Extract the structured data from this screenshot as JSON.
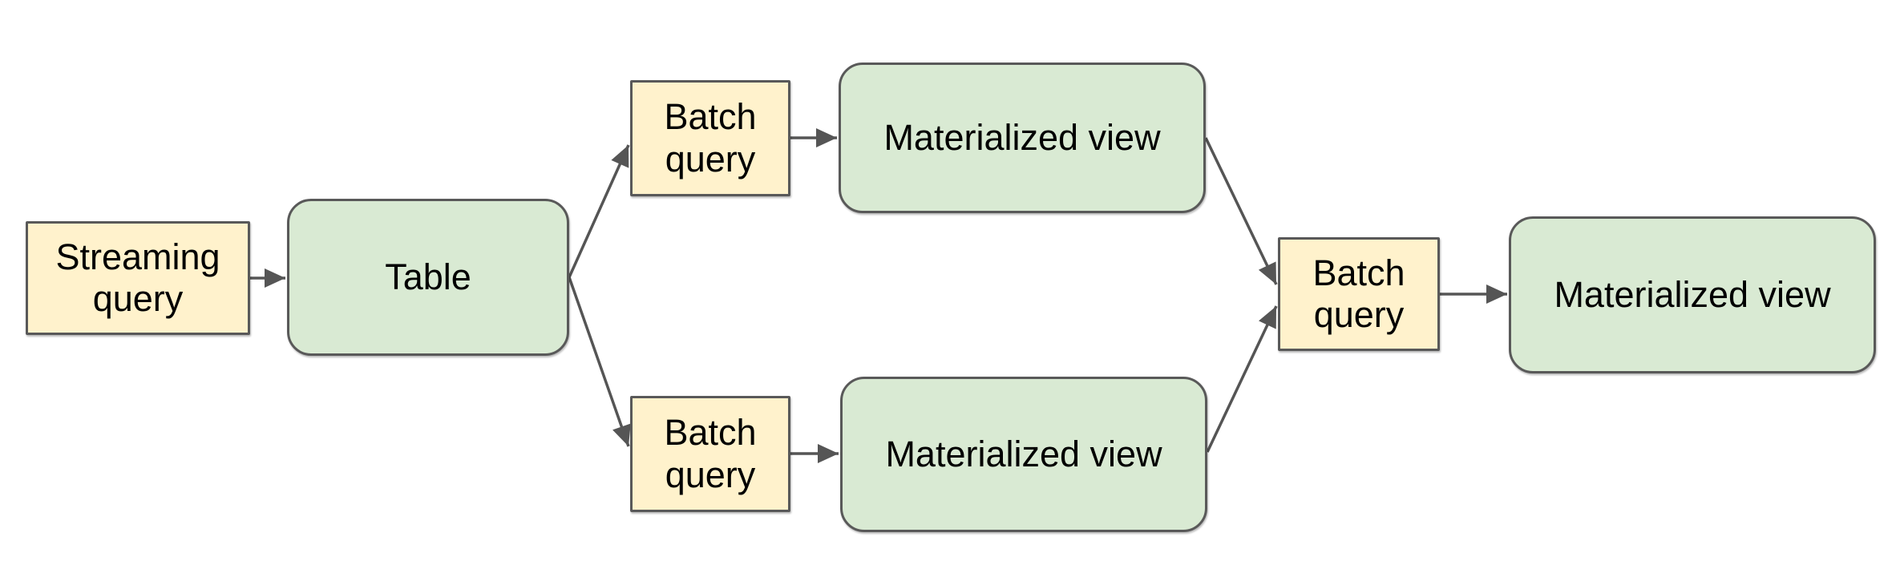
{
  "diagram": {
    "colors": {
      "query_fill": "#fff2cc",
      "store_fill": "#d9ead3",
      "box_border": "#595959",
      "arrow": "#555555",
      "text": "#000000",
      "canvas_bg": "#ffffff"
    },
    "nodes": {
      "streaming_query": {
        "label": "Streaming query",
        "type": "query"
      },
      "table": {
        "label": "Table",
        "type": "store"
      },
      "batch_query_top": {
        "label": "Batch query",
        "type": "query"
      },
      "materialized_view_top": {
        "label": "Materialized view",
        "type": "store"
      },
      "batch_query_bottom": {
        "label": "Batch query",
        "type": "query"
      },
      "materialized_view_bottom": {
        "label": "Materialized view",
        "type": "store"
      },
      "batch_query_right": {
        "label": "Batch query",
        "type": "query"
      },
      "materialized_view_right": {
        "label": "Materialized view",
        "type": "store"
      }
    },
    "edges": [
      {
        "from": "streaming_query",
        "to": "table"
      },
      {
        "from": "table",
        "to": "batch_query_top"
      },
      {
        "from": "table",
        "to": "batch_query_bottom"
      },
      {
        "from": "batch_query_top",
        "to": "materialized_view_top"
      },
      {
        "from": "batch_query_bottom",
        "to": "materialized_view_bottom"
      },
      {
        "from": "materialized_view_top",
        "to": "batch_query_right"
      },
      {
        "from": "materialized_view_bottom",
        "to": "batch_query_right"
      },
      {
        "from": "batch_query_right",
        "to": "materialized_view_right"
      }
    ]
  }
}
